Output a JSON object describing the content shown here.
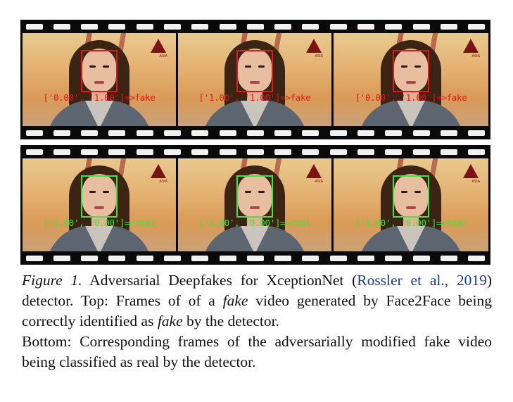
{
  "figure": {
    "top_row": {
      "frames": [
        {
          "label": "['0.00', '1.00']=>fake",
          "status_color": "#e01818"
        },
        {
          "label": "['1.00', '1.00']=>fake",
          "status_color": "#e01818"
        },
        {
          "label": "['0.00', '1.00']=>fake",
          "status_color": "#e01818"
        }
      ]
    },
    "bottom_row": {
      "frames": [
        {
          "label": "['1.00', '0.00']=>real",
          "status_color": "#3fe63f"
        },
        {
          "label": "['1.00', '0.00']=>real",
          "status_color": "#3fe63f"
        },
        {
          "label": "['1.00', '0.00']=>real",
          "status_color": "#3fe63f"
        }
      ]
    },
    "logo_text": "ASIA"
  },
  "caption": {
    "figure_label": "Figure 1.",
    "text_1": " Adversarial Deepfakes for XceptionNet (",
    "citation": "Rossler et al., 2019",
    "text_2": ") detector.  Top:  Frames of of a ",
    "fake_1": "fake",
    "text_3": " video generated by Face2Face being correctly identified as ",
    "fake_2": "fake",
    "text_4": " by the detector.",
    "bottom_text": "Bottom: Corresponding frames of the adversarially modified fake video being classified as real by the detector."
  }
}
